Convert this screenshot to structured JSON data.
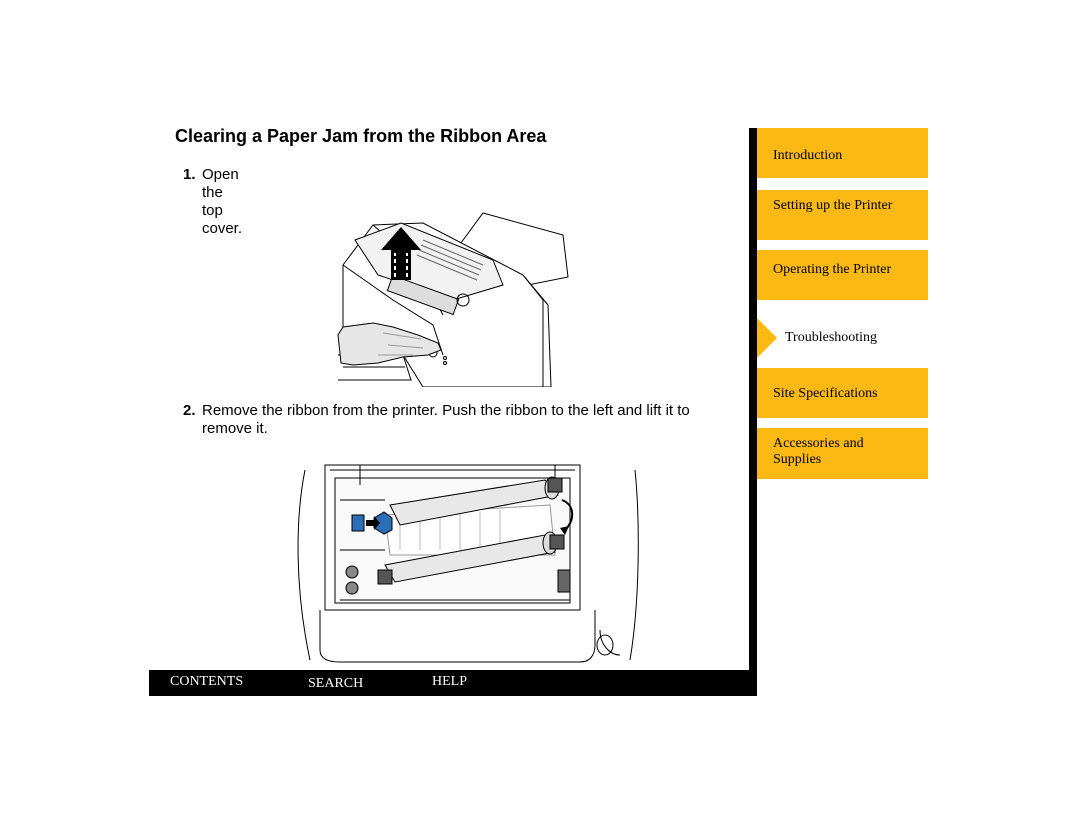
{
  "page": {
    "title": "Clearing a Paper Jam from the Ribbon Area"
  },
  "steps": [
    {
      "num": "1.",
      "text": "Open the top cover."
    },
    {
      "num": "2.",
      "text": "Remove the ribbon from the printer. Push the ribbon to the left and lift it to remove it."
    }
  ],
  "sidebar": {
    "items": [
      {
        "label": "Introduction",
        "active": false
      },
      {
        "label": "Setting up the Printer",
        "active": false
      },
      {
        "label": "Operating the Printer",
        "active": false
      },
      {
        "label": "Troubleshooting",
        "active": true
      },
      {
        "label": "Site Specifications",
        "active": false
      },
      {
        "label": "Accessories and Supplies",
        "active": false
      }
    ],
    "accent_color": "#fdb913"
  },
  "footer": {
    "contents": "CONTENTS",
    "search": "SEARCH",
    "help": "HELP"
  },
  "figures": {
    "figure1_icon": "printer-open-cover-illustration",
    "figure2_icon": "printer-ribbon-removal-illustration"
  }
}
